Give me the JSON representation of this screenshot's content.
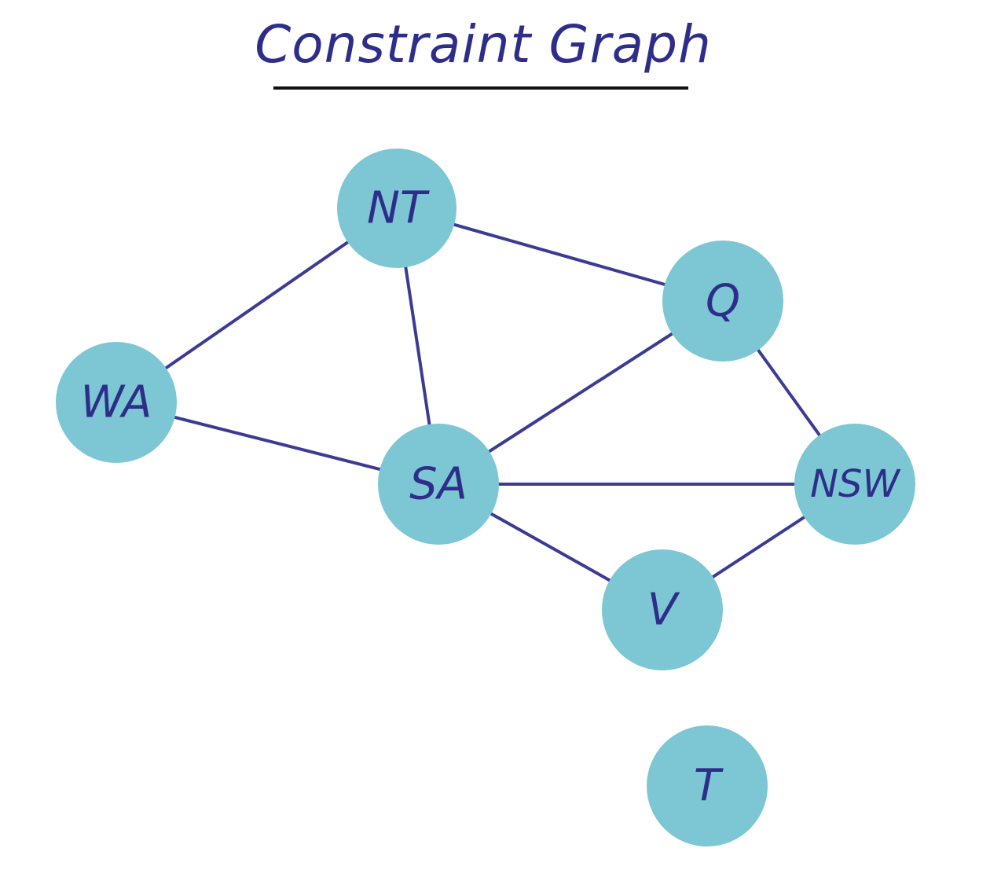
{
  "title": "Constraint Graph",
  "colors": {
    "node_fill": "#7cc7d3",
    "edge": "#3b3b94",
    "text": "#2e2e8a",
    "underline": "#111111"
  },
  "nodes": [
    {
      "id": "NT",
      "label": "NT"
    },
    {
      "id": "Q",
      "label": "Q"
    },
    {
      "id": "WA",
      "label": "WA"
    },
    {
      "id": "SA",
      "label": "SA"
    },
    {
      "id": "NSW",
      "label": "NSW"
    },
    {
      "id": "V",
      "label": "V"
    },
    {
      "id": "T",
      "label": "T"
    }
  ],
  "edges": [
    [
      "NT",
      "Q"
    ],
    [
      "NT",
      "WA"
    ],
    [
      "NT",
      "SA"
    ],
    [
      "WA",
      "SA"
    ],
    [
      "SA",
      "Q"
    ],
    [
      "SA",
      "NSW"
    ],
    [
      "SA",
      "V"
    ],
    [
      "Q",
      "NSW"
    ],
    [
      "NSW",
      "V"
    ]
  ]
}
